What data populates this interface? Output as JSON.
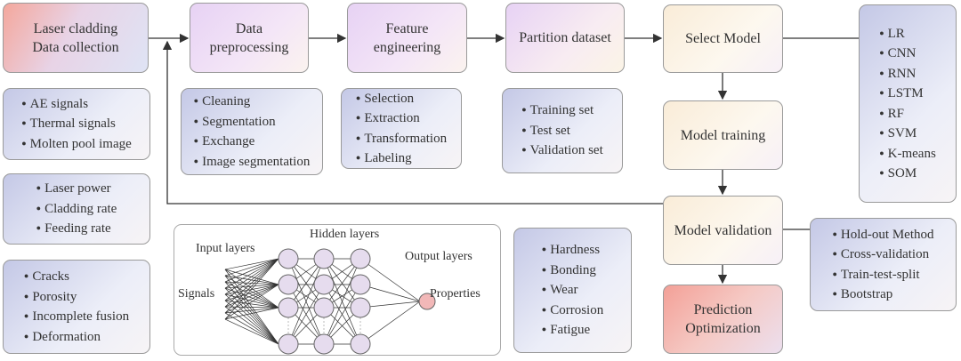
{
  "boxes": {
    "collection": "Laser cladding\nData collection",
    "preprocessing": "Data\npreprocessing",
    "feature": "Feature\nengineering",
    "partition": "Partition dataset",
    "select": "Select Model",
    "training": "Model training",
    "validation": "Model validation",
    "prediction": "Prediction\nOptimization"
  },
  "lists": {
    "signals": [
      "AE signals",
      "Thermal signals",
      "Molten pool image"
    ],
    "params": [
      "Laser power",
      "Cladding rate",
      "Feeding rate"
    ],
    "defects": [
      "Cracks",
      "Porosity",
      "Incomplete fusion",
      "Deformation"
    ],
    "preprocessing": [
      "Cleaning",
      "Segmentation",
      "Exchange",
      "Image segmentation"
    ],
    "feature": [
      "Selection",
      "Extraction",
      "Transformation",
      "Labeling"
    ],
    "partition": [
      "Training set",
      "Test set",
      "Validation set"
    ],
    "properties": [
      "Hardness",
      "Bonding",
      "Wear",
      "Corrosion",
      "Fatigue"
    ],
    "models": [
      "LR",
      "CNN",
      "RNN",
      "LSTM",
      "RF",
      "SVM",
      "K-means",
      "SOM"
    ],
    "validation_methods": [
      "Hold-out Method",
      "Cross-validation",
      "Train-test-split",
      "Bootstrap"
    ]
  },
  "nn": {
    "input_label": "Input layers",
    "hidden_label": "Hidden layers",
    "output_label": "Output layers",
    "signals_label": "Signals",
    "properties_label": "Properties"
  }
}
